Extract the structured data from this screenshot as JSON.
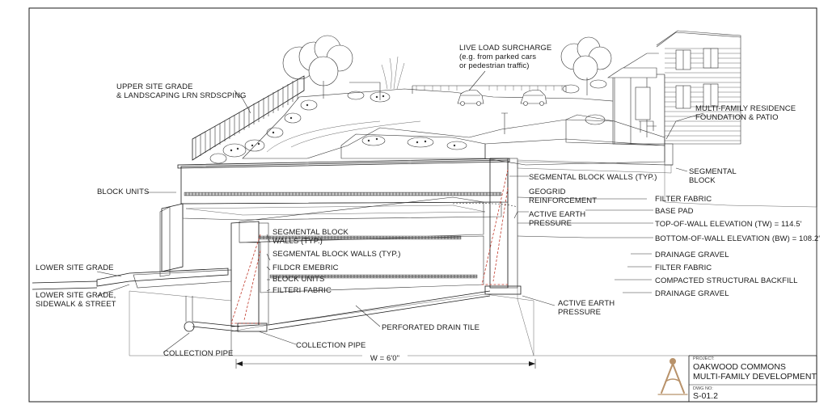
{
  "labels": {
    "live_load_1": "LIVE LOAD SURCHARGE",
    "live_load_2": "(e.g. from parked cars",
    "live_load_3": "or pedestrian traffic)",
    "upper_grade_1": "UPPER SITE GRADE",
    "upper_grade_2": "& LANDSCAPING LRN SRDSCPING",
    "residence_1": "MULTI-FAMILY RESIDENCE",
    "residence_2": "FOUNDATION & PATIO",
    "segmental_block_1": "SEGMENTAL",
    "segmental_block_2": "BLOCK",
    "block_units": "BLOCK UNITS",
    "seg_walls_typ_right": "SEGMENTAL BLOCK WALLS (TYP.)",
    "geogrid_1": "GEOGRID",
    "geogrid_2": "REINFORCEMENT",
    "filter_fabric_top": "FILTER FABRIC",
    "base_pad": "BASE PAD",
    "active_earth_upper_1": "ACTIVE EARTH",
    "active_earth_upper_2": "PRESSURE",
    "tw_elevation": "TOP-OF-WALL ELEVATION (TW) = 114.5'",
    "bw_elevation": "BOTTOM-OF-WALL ELEVATION (BW) = 108.2'",
    "seg_walls_inner_1": "SEGMENTAL BLOCK",
    "seg_walls_inner_2": "WALLS (TYP.)",
    "seg_walls_inner_3": "SEGMENTAL BLOCK WALLS (TYP.)",
    "filter_fabric_garbled": "FILDCR EMEBRIC",
    "block_units_inner": "BLOCK UNITS",
    "filter_fabric_inner": "FILTERI FABRIC",
    "drainage_gravel_1": "DRAINAGE GRAVEL",
    "filter_fabric_right": "FILTER FABRIC",
    "compacted_backfill": "COMPACTED STRUCTURAL BACKFILL",
    "drainage_gravel_2": "DRAINAGE GRAVEL",
    "lower_site_grade": "LOWER SITE GRADE",
    "lower_sidewalk_1": "LOWER SITE GRADE,",
    "lower_sidewalk_2": "SIDEWALK & STREET",
    "active_earth_lower_1": "ACTIVE EARTH",
    "active_earth_lower_2": "PRESSURE",
    "perforated_drain": "PERFORATED DRAIN TILE",
    "collection_pipe_left": "COLLECTION PIPE",
    "collection_pipe_center": "COLLECTION PIPE",
    "width_dimension": "W = 6'0\""
  },
  "title_block": {
    "project_label": "PROJECT:",
    "project_line_1": "OAKWOOD COMMONS",
    "project_line_2": "MULTI-FAMILY DEVELOPMENT",
    "drawing_no_label": "DWG NO:",
    "drawing_no": "S-01.2"
  },
  "colors": {
    "ink": "#1a1a1a",
    "pressure_red": "#c0392b",
    "logo_tan": "#b8926a"
  },
  "icons": {
    "logo": "compass-divider-icon"
  }
}
